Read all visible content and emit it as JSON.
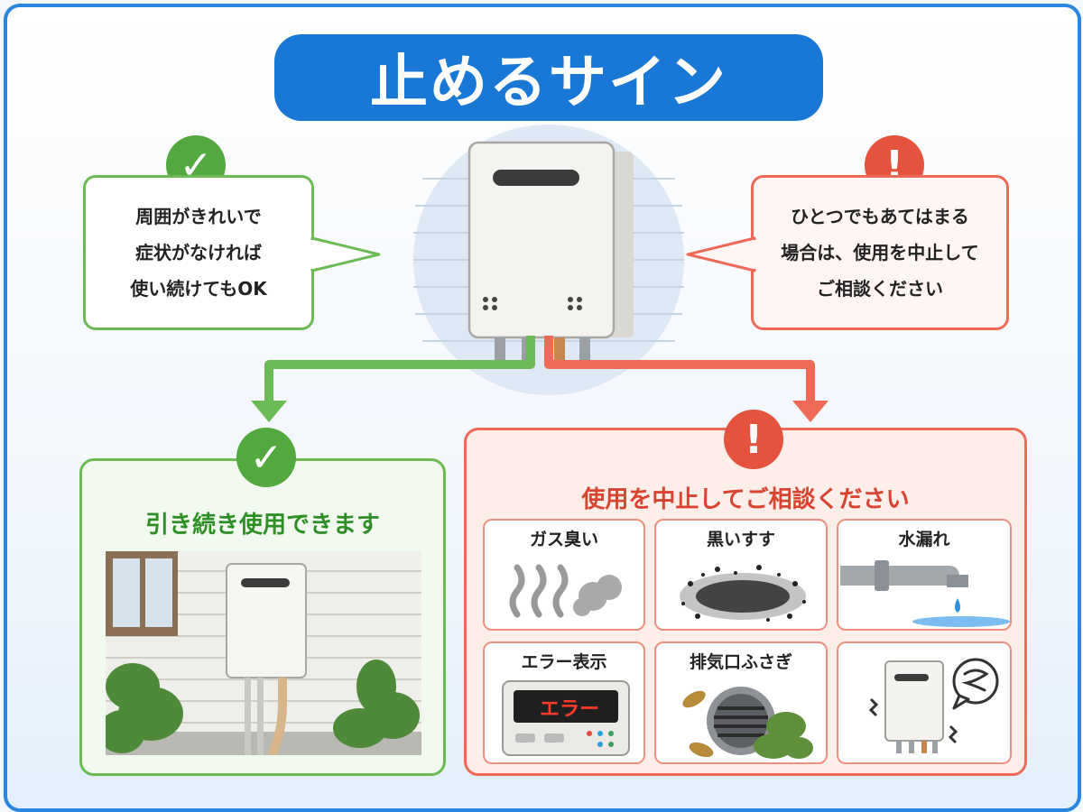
{
  "title": "止めるサイン",
  "ok_bubble": {
    "lines": [
      "周囲がきれいで",
      "症状がなければ",
      "使い続けてもOK"
    ],
    "icon": "check-icon"
  },
  "stop_bubble": {
    "lines": [
      "ひとつでもあてはまる",
      "場合は、使用を中止して",
      "ご相談ください"
    ],
    "icon": "exclamation-icon"
  },
  "ok_panel": {
    "heading": "引き続き使用できます",
    "icon": "check-icon"
  },
  "stop_panel": {
    "heading": "使用を中止してご相談ください",
    "icon": "exclamation-icon",
    "cards": [
      {
        "label": "ガス臭い",
        "icon": "smoke-icon"
      },
      {
        "label": "黒いすす",
        "icon": "soot-icon"
      },
      {
        "label": "水漏れ",
        "icon": "water-drip-icon"
      },
      {
        "label": "エラー表示",
        "icon": "error-display-icon",
        "display_text": "エラー"
      },
      {
        "label": "排気口ふさぎ",
        "icon": "blocked-vent-icon"
      },
      {
        "label": "",
        "icon": "noise-heater-icon"
      }
    ]
  },
  "colors": {
    "brand_blue": "#1978d6",
    "ok_green": "#53a93f",
    "stop_red": "#e5533f"
  }
}
